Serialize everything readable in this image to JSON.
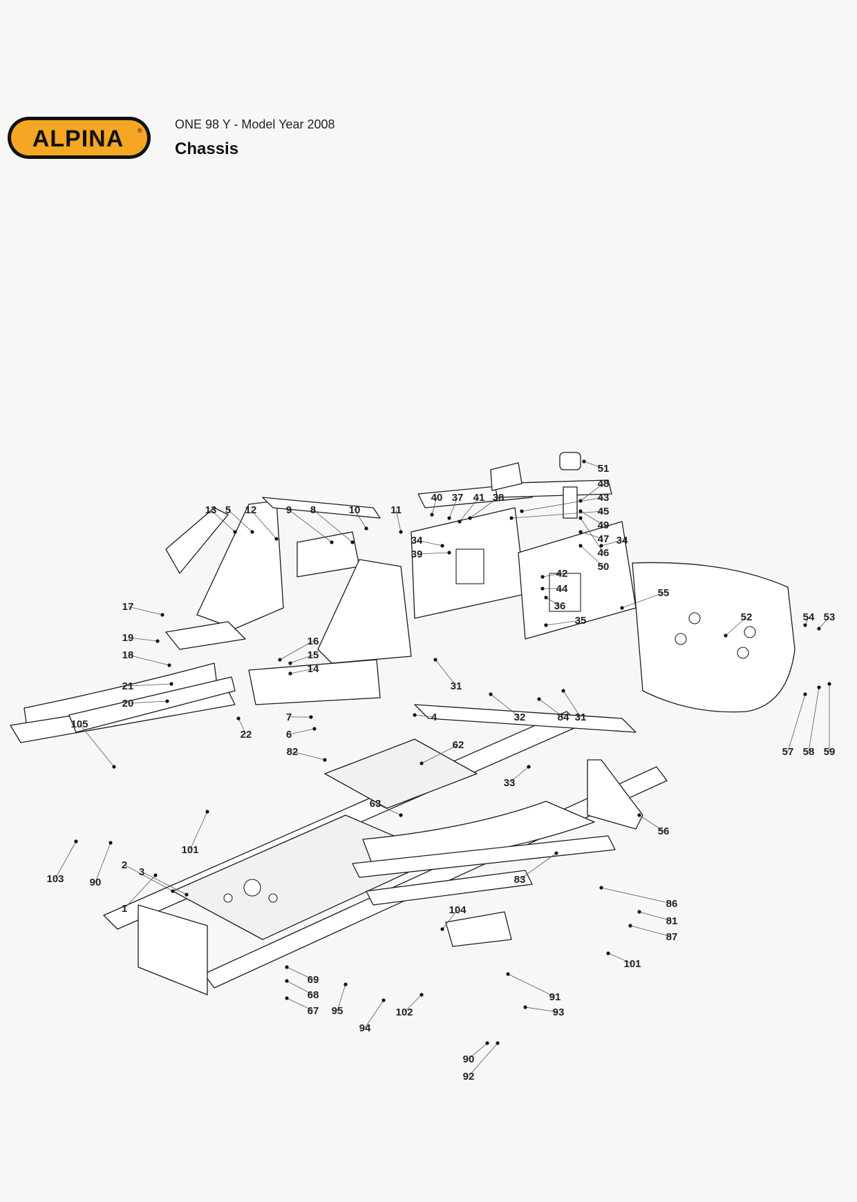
{
  "brand": {
    "name": "ALPINA",
    "reg_mark": "®",
    "colors": {
      "outer": "#111111",
      "inner": "#f5a623",
      "text": "#111111"
    }
  },
  "header": {
    "model_line": "ONE 98 Y - Model Year 2008",
    "title": "Chassis"
  },
  "diagram": {
    "callouts": [
      "1",
      "2",
      "3",
      "4",
      "5",
      "6",
      "7",
      "8",
      "9",
      "10",
      "11",
      "12",
      "13",
      "14",
      "15",
      "16",
      "17",
      "18",
      "19",
      "20",
      "21",
      "22",
      "31",
      "31",
      "32",
      "33",
      "34",
      "34",
      "35",
      "36",
      "37",
      "38",
      "39",
      "40",
      "41",
      "42",
      "43",
      "44",
      "45",
      "46",
      "47",
      "48",
      "49",
      "50",
      "51",
      "52",
      "53",
      "54",
      "55",
      "56",
      "57",
      "58",
      "59",
      "62",
      "63",
      "67",
      "68",
      "69",
      "81",
      "82",
      "83",
      "84",
      "86",
      "87",
      "90",
      "90",
      "91",
      "92",
      "93",
      "94",
      "95",
      "101",
      "101",
      "102",
      "103",
      "104",
      "105"
    ]
  }
}
